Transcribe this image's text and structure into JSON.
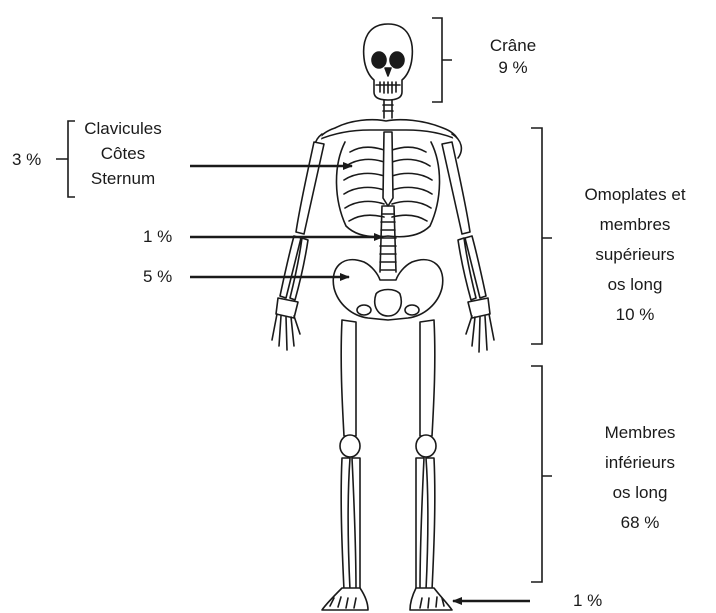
{
  "labels": {
    "skull": {
      "name": "Crâne",
      "pct": "9 %"
    },
    "thorax": {
      "items": [
        "Clavicules",
        "Côtes",
        "Sternum"
      ],
      "pct": "3 %"
    },
    "spine": {
      "pct": "1 %"
    },
    "pelvis": {
      "pct": "5 %"
    },
    "upper": {
      "lines": [
        "Omoplates et",
        "membres",
        "supérieurs",
        "os long",
        "10 %"
      ]
    },
    "lower": {
      "lines": [
        "Membres",
        "inférieurs",
        "os long",
        "68 %"
      ]
    },
    "feet": {
      "pct": "1 %"
    }
  },
  "colors": {
    "ink": "#1a1a1a",
    "bone_fill": "#ffffff"
  }
}
